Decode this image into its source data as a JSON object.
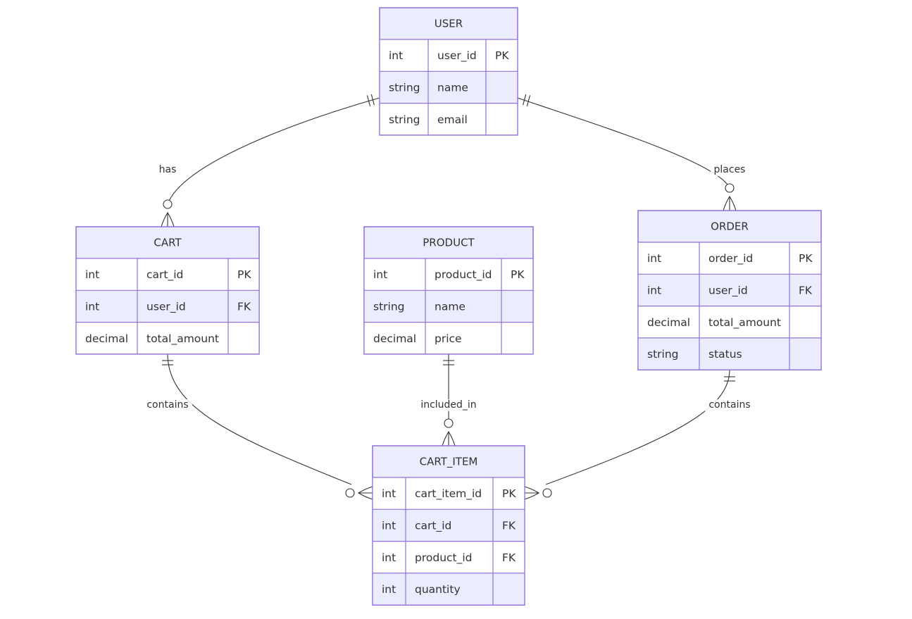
{
  "entities": [
    {
      "id": "user",
      "name": "USER",
      "attributes": [
        {
          "type": "int",
          "name": "user_id",
          "key": "PK"
        },
        {
          "type": "string",
          "name": "name",
          "key": ""
        },
        {
          "type": "string",
          "name": "email",
          "key": ""
        }
      ]
    },
    {
      "id": "cart",
      "name": "CART",
      "attributes": [
        {
          "type": "int",
          "name": "cart_id",
          "key": "PK"
        },
        {
          "type": "int",
          "name": "user_id",
          "key": "FK"
        },
        {
          "type": "decimal",
          "name": "total_amount",
          "key": ""
        }
      ]
    },
    {
      "id": "product",
      "name": "PRODUCT",
      "attributes": [
        {
          "type": "int",
          "name": "product_id",
          "key": "PK"
        },
        {
          "type": "string",
          "name": "name",
          "key": ""
        },
        {
          "type": "decimal",
          "name": "price",
          "key": ""
        }
      ]
    },
    {
      "id": "order",
      "name": "ORDER",
      "attributes": [
        {
          "type": "int",
          "name": "order_id",
          "key": "PK"
        },
        {
          "type": "int",
          "name": "user_id",
          "key": "FK"
        },
        {
          "type": "decimal",
          "name": "total_amount",
          "key": ""
        },
        {
          "type": "string",
          "name": "status",
          "key": ""
        }
      ]
    },
    {
      "id": "cart-item",
      "name": "CART_ITEM",
      "attributes": [
        {
          "type": "int",
          "name": "cart_item_id",
          "key": "PK"
        },
        {
          "type": "int",
          "name": "cart_id",
          "key": "FK"
        },
        {
          "type": "int",
          "name": "product_id",
          "key": "FK"
        },
        {
          "type": "int",
          "name": "quantity",
          "key": ""
        }
      ]
    }
  ],
  "relationships": [
    {
      "id": "user-cart",
      "from": "user",
      "to": "cart",
      "label": "has",
      "from_cardinality": "exactly-one",
      "to_cardinality": "zero-or-many"
    },
    {
      "id": "user-order",
      "from": "user",
      "to": "order",
      "label": "places",
      "from_cardinality": "exactly-one",
      "to_cardinality": "zero-or-many"
    },
    {
      "id": "cart-cartitem",
      "from": "cart",
      "to": "cart-item",
      "label": "contains",
      "from_cardinality": "exactly-one",
      "to_cardinality": "zero-or-many"
    },
    {
      "id": "product-cartitem",
      "from": "product",
      "to": "cart-item",
      "label": "included_in",
      "from_cardinality": "exactly-one",
      "to_cardinality": "zero-or-many"
    },
    {
      "id": "order-cartitem",
      "from": "order",
      "to": "cart-item",
      "label": "contains",
      "from_cardinality": "exactly-one",
      "to_cardinality": "zero-or-many"
    }
  ],
  "colors": {
    "entity_fill": "#ececff",
    "entity_stroke": "#9370db",
    "line": "#333333",
    "text": "#333333"
  }
}
